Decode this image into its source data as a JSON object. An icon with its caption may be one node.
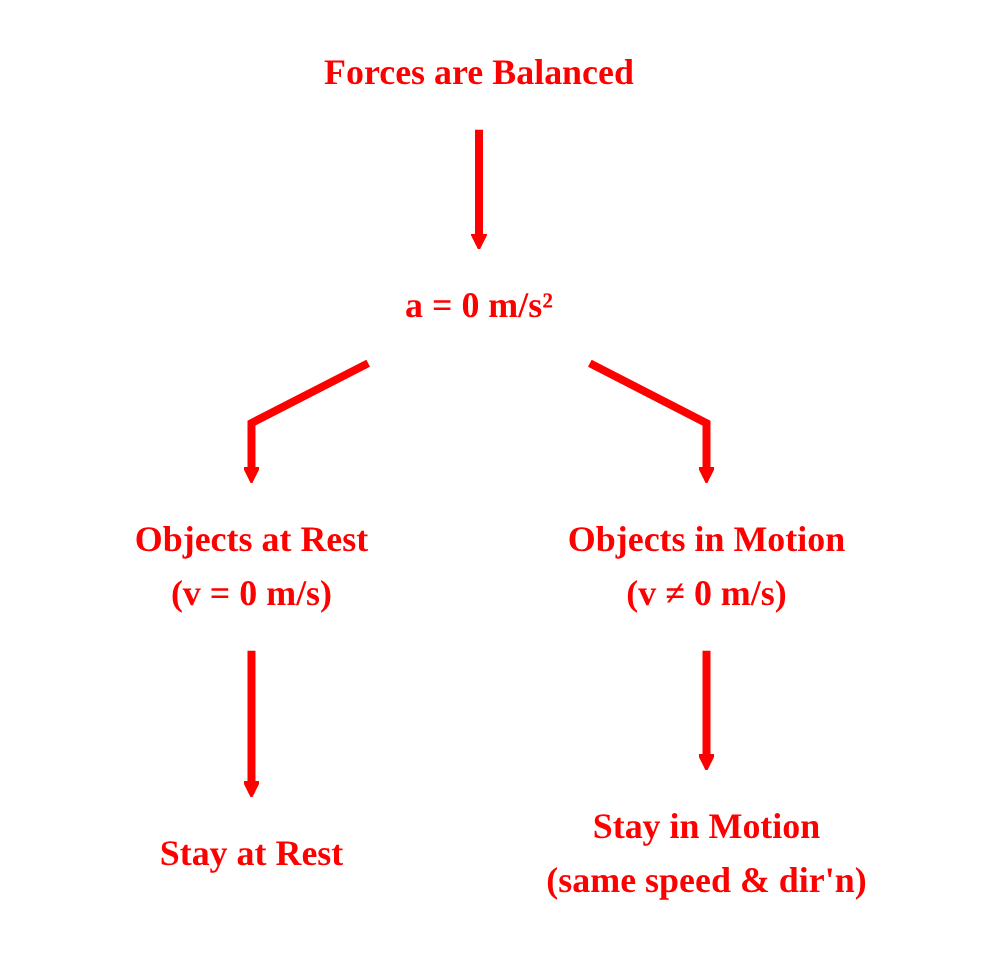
{
  "diagram": {
    "nodes": [
      {
        "text": [
          "Forces are Balanced"
        ]
      },
      {
        "text": [
          "a = 0 m/s²"
        ]
      },
      {
        "text": [
          "Objects at Rest",
          "(v = 0 m/s)"
        ]
      },
      {
        "text": [
          "Objects in Motion",
          "(v ≠ 0 m/s)"
        ]
      },
      {
        "text": [
          "Stay at Rest"
        ]
      },
      {
        "text": [
          "Stay in Motion",
          "(same speed & dir'n)"
        ]
      }
    ],
    "edges": [
      {
        "from": 0,
        "to": 1,
        "arrow": "to"
      },
      {
        "from": 1,
        "to": 2,
        "arrow": "to"
      },
      {
        "from": 1,
        "to": 3,
        "arrow": "to"
      },
      {
        "from": 2,
        "to": 4,
        "arrow": "to"
      },
      {
        "from": 3,
        "to": 5,
        "arrow": "to"
      }
    ]
  }
}
